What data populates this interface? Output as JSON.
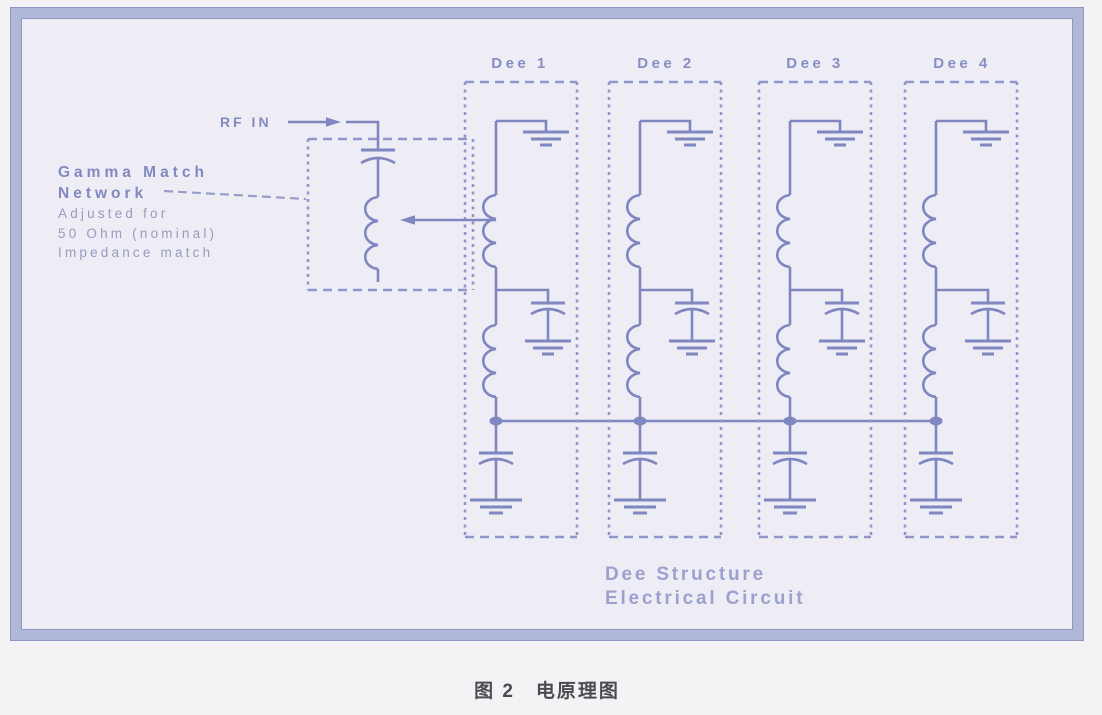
{
  "figure": {
    "colors": {
      "circuit_line": "#7f86c0",
      "dashed_box": "#9096c8",
      "label_text": "#8289c0",
      "frame_band": "#b1b7d7",
      "frame_edge": "#8f96c4",
      "interior": "#eeedf5",
      "page_background": "#f3f2f4",
      "caption_text": "#4c4c50"
    }
  },
  "labels": {
    "rf_in": "RF IN",
    "gamma_match_line1": "Gamma Match",
    "gamma_match_line2": "Network",
    "gamma_note_line1": "Adjusted for",
    "gamma_note_line2": "50 Ohm (nominal)",
    "gamma_note_line3": "Impedance match",
    "structure_line1": "Dee Structure",
    "structure_line2": "Electrical Circuit"
  },
  "dees": [
    {
      "label": "Dee 1"
    },
    {
      "label": "Dee 2"
    },
    {
      "label": "Dee 3"
    },
    {
      "label": "Dee 4"
    }
  ],
  "caption": "图 2　电原理图"
}
